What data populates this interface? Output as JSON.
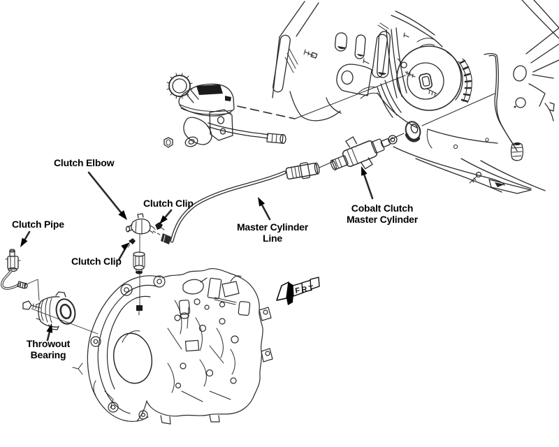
{
  "diagram": {
    "subject": "Cobalt clutch hydraulic release system parts diagram",
    "colors": {
      "ink": "#2b2b2b",
      "label_text": "#000000",
      "background": "#ffffff"
    },
    "labels": {
      "clutch_elbow": {
        "text": "Clutch Elbow"
      },
      "clutch_clip_upper": {
        "text": "Clutch Clip"
      },
      "clutch_pipe": {
        "text": "Clutch Pipe"
      },
      "clutch_clip_lower": {
        "text": "Clutch Clip"
      },
      "master_cylinder_line": {
        "line1": "Master Cylinder",
        "line2": "Line"
      },
      "cobalt_clutch_master_cylinder": {
        "line1": "Cobalt Clutch",
        "line2": "Master Cylinder"
      },
      "throwout_bearing": {
        "line1": "Throwout",
        "line2": "Bearing"
      },
      "direction_indicator": {
        "text": "FRT"
      }
    }
  }
}
